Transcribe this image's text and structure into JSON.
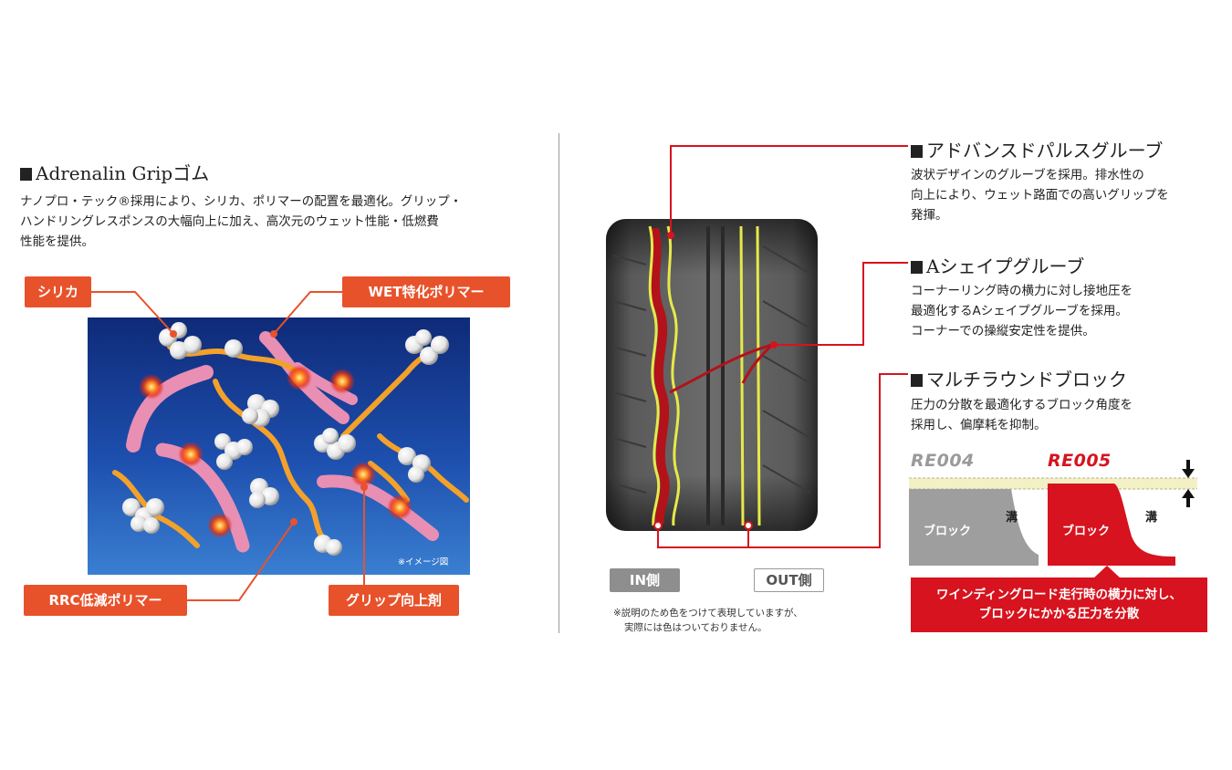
{
  "left_section": {
    "title": "Adrenalin Gripゴム",
    "description_lines": [
      "ナノプロ・テック®採用により、シリカ、ポリマーの配置を最適化。グリップ・",
      "ハンドリングレスポンスの大幅向上に加え、高次元のウェット性能・低燃費",
      "性能を提供。"
    ],
    "labels": {
      "silica": "シリカ",
      "wet_polymer": "WET特化ポリマー",
      "rrc_polymer": "RRC低減ポリマー",
      "grip_agent": "グリップ向上剤"
    },
    "image_note": "※イメージ図"
  },
  "tire": {
    "in_label": "IN側",
    "out_label": "OUT側",
    "caption_lines": [
      "※説明のため色をつけて表現していますが、",
      "実際には色はついておりません。"
    ]
  },
  "features": [
    {
      "title": "アドバンスドパルスグルーブ",
      "lines": [
        "波状デザインのグルーブを採用。排水性の",
        "向上により、ウェット路面での高いグリップを",
        "発揮。"
      ]
    },
    {
      "title": "Aシェイプグルーブ",
      "lines": [
        "コーナーリング時の横力に対し接地圧を",
        "最適化するAシェイプグルーブを採用。",
        "コーナーでの操縦安定性を提供。"
      ]
    },
    {
      "title": "マルチラウンドブロック",
      "lines": [
        "圧力の分散を最適化するブロック角度を",
        "採用し、偏摩耗を抑制。"
      ]
    }
  ],
  "comparison": {
    "old_model": "RE004",
    "new_model": "RE005",
    "block_label": "ブロック",
    "groove_label": "溝",
    "callout_lines": [
      "ワインディングロード走行時の横力に対し、",
      "ブロックにかかる圧力を分散"
    ]
  },
  "colors": {
    "accent_orange": "#e8522b",
    "accent_red": "#d6131e",
    "highlight_yellow": "#e7e94a",
    "panel_blue": "#1d4fae",
    "gray_block": "#9e9e9e"
  }
}
